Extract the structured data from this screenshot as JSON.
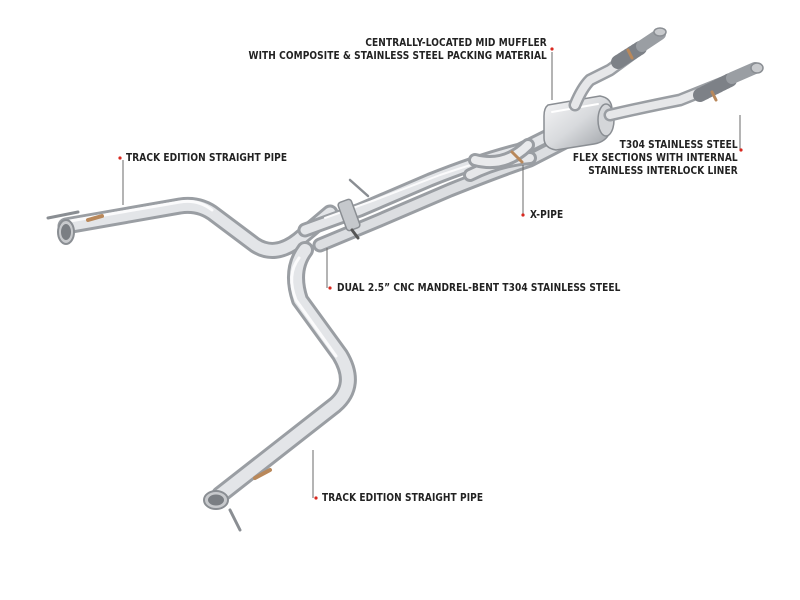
{
  "callouts": {
    "mid_muffler": {
      "lines": [
        "CENTRALLY-LOCATED MID MUFFLER",
        "WITH COMPOSITE & STAINLESS STEEL PACKING MATERIAL"
      ]
    },
    "track_pipe_top": {
      "text": "TRACK EDITION STRAIGHT PIPE"
    },
    "flex_sections": {
      "lines": [
        "T304 STAINLESS STEEL",
        "FLEX SECTIONS WITH INTERNAL",
        "STAINLESS INTERLOCK LINER"
      ]
    },
    "x_pipe": {
      "text": "X-PIPE"
    },
    "dual_pipe": {
      "text": "DUAL 2.5” CNC MANDREL-BENT T304 STAINLESS STEEL"
    },
    "track_pipe_bottom": {
      "text": "TRACK EDITION STRAIGHT PIPE"
    }
  },
  "colors": {
    "accent_dot": "#d9281f",
    "leader_line": "#555555",
    "label_text": "#222222",
    "pipe_light": "#e9eaec",
    "pipe_mid": "#b9bcc1",
    "pipe_dark": "#8b8f95",
    "weld_bronze": "#b9885a"
  }
}
